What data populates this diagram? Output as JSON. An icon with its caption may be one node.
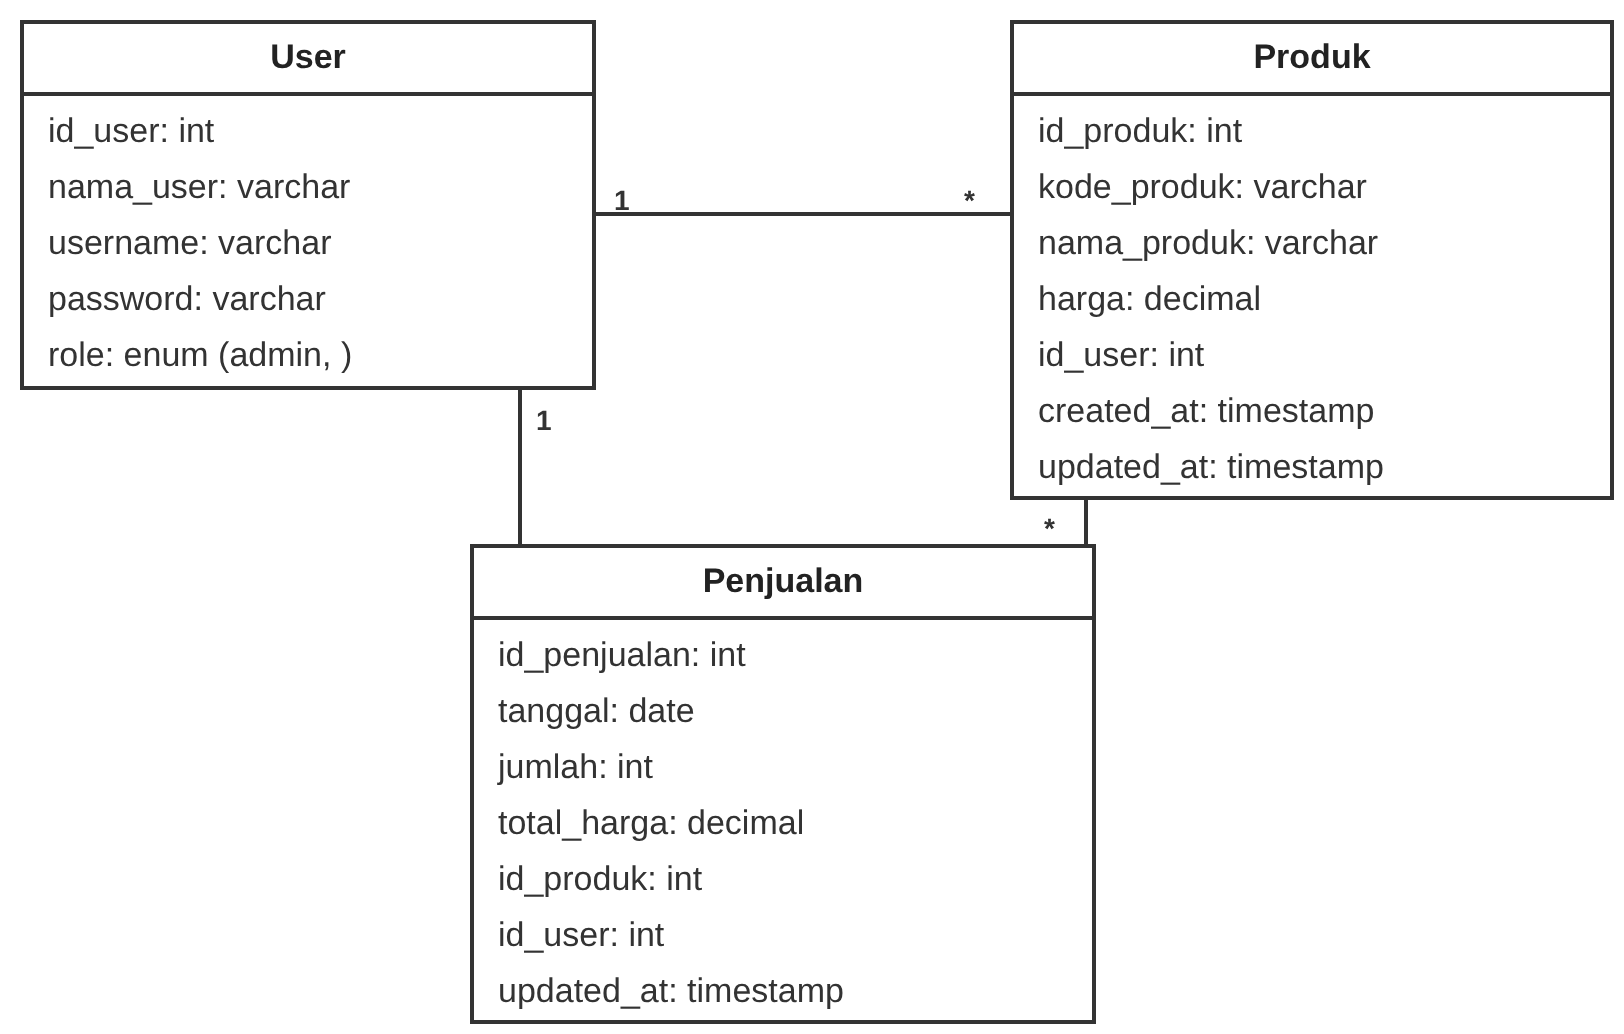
{
  "diagram": {
    "nodes": [
      {
        "text": [
          "User",
          "id_user: int",
          "nama_user: varchar",
          "username: varchar",
          "password: varchar",
          "role: enum (admin, )"
        ]
      },
      {
        "text": [
          "Produk",
          "id_produk: int",
          "kode_produk: varchar",
          "nama_produk: varchar",
          "harga: decimal",
          "id_user: int",
          "created_at: timestamp",
          "updated_at: timestamp"
        ]
      },
      {
        "text": [
          "Penjualan",
          "id_penjualan: int",
          "tanggal: date",
          "jumlah: int",
          "total_harga: decimal",
          "id_produk: int",
          "id_user: int",
          "updated_at: timestamp"
        ]
      }
    ],
    "edges": [
      {
        "from": 0,
        "to": 1,
        "arrow": "none"
      },
      {
        "from": 0,
        "to": 2,
        "arrow": "none"
      },
      {
        "from": 1,
        "to": 2,
        "arrow": "none"
      }
    ],
    "labels": [
      "1",
      "*",
      "1",
      "*"
    ]
  }
}
